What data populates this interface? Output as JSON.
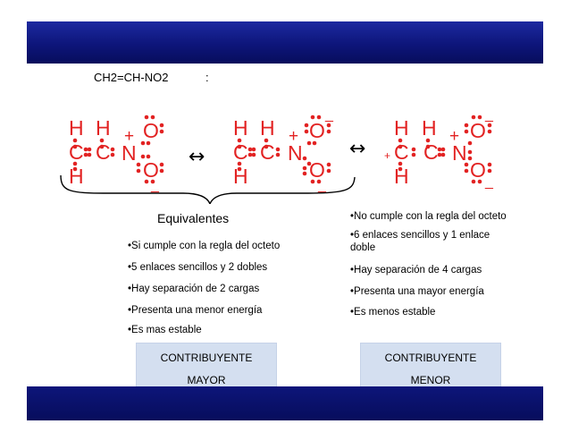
{
  "formula": {
    "text": "CH2=CH-NO2",
    "colon": ":"
  },
  "structures": {
    "s1": {
      "h1": "H",
      "h2": "H",
      "c1": "C",
      "c2": "C",
      "n": "N",
      "o1": "O",
      "o2": "O",
      "h3": "H",
      "plus": "+",
      "minus": "_"
    },
    "s2": {
      "h1": "H",
      "h2": "H",
      "c1": "C",
      "c2": "C",
      "n": "N",
      "o1": "O",
      "o2": "O",
      "h3": "H",
      "plus": "+",
      "minus_o1": "_",
      "minus_o2": "_"
    },
    "s3": {
      "h1": "H",
      "h2": "H",
      "c1": "C",
      "c2": "C",
      "n": "N",
      "o1": "O",
      "o2": "O",
      "h3": "H",
      "plus_c": "+",
      "plus_n": "+",
      "minus_o1": "_",
      "minus_o2": "_"
    },
    "arrow1": "↔",
    "arrow2": "↔"
  },
  "equivalentes": "Equivalentes",
  "left_list": [
    "•Si cumple con la regla del octeto",
    "•5 enlaces sencillos y  2  dobles",
    "•Hay separación de 2 cargas",
    "•Presenta una menor energía",
    "•Es mas estable"
  ],
  "right_list": [
    "•No cumple con la regla del octeto",
    "•6 enlaces sencillos y 1 enlace doble",
    "•Hay separación de 4 cargas",
    "•Presenta una mayor energía",
    "•Es menos estable"
  ],
  "box_left": {
    "line1": "CONTRIBUYENTE",
    "line2": "MAYOR"
  },
  "box_right": {
    "line1": "CONTRIBUYENTE",
    "line2": "MENOR"
  },
  "colors": {
    "bar": "#0d157a",
    "atoms": "#e22222",
    "box": "#d4dff0"
  }
}
